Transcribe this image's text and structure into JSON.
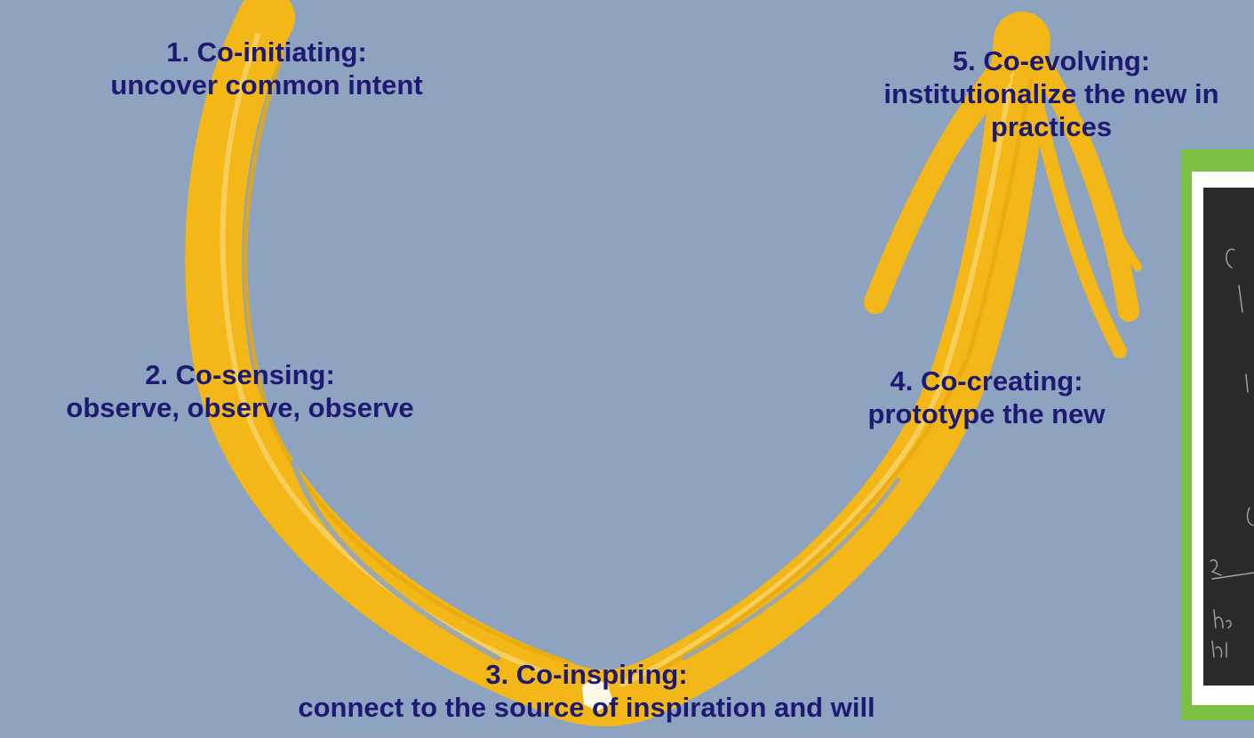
{
  "diagram": {
    "stages": [
      {
        "title": "1. Co-initiating:",
        "subtitle": "uncover common intent"
      },
      {
        "title": "2. Co-sensing:",
        "subtitle": "observe, observe, observe"
      },
      {
        "title": "3. Co-inspiring:",
        "subtitle": "connect to the source of inspiration and will"
      },
      {
        "title": "4. Co-creating:",
        "subtitle": "prototype the new"
      },
      {
        "title": "5. Co-evolving:",
        "subtitle": "institutionalize the new in",
        "subtitle2": "practices"
      }
    ]
  },
  "colors": {
    "background": "#8ea3bf",
    "u_stroke": "#f3b817",
    "u_highlight": "#f8d36a",
    "text": "#1c1a72",
    "photo_frame": "#7cc043",
    "photo_board": "#2a2a2c"
  }
}
